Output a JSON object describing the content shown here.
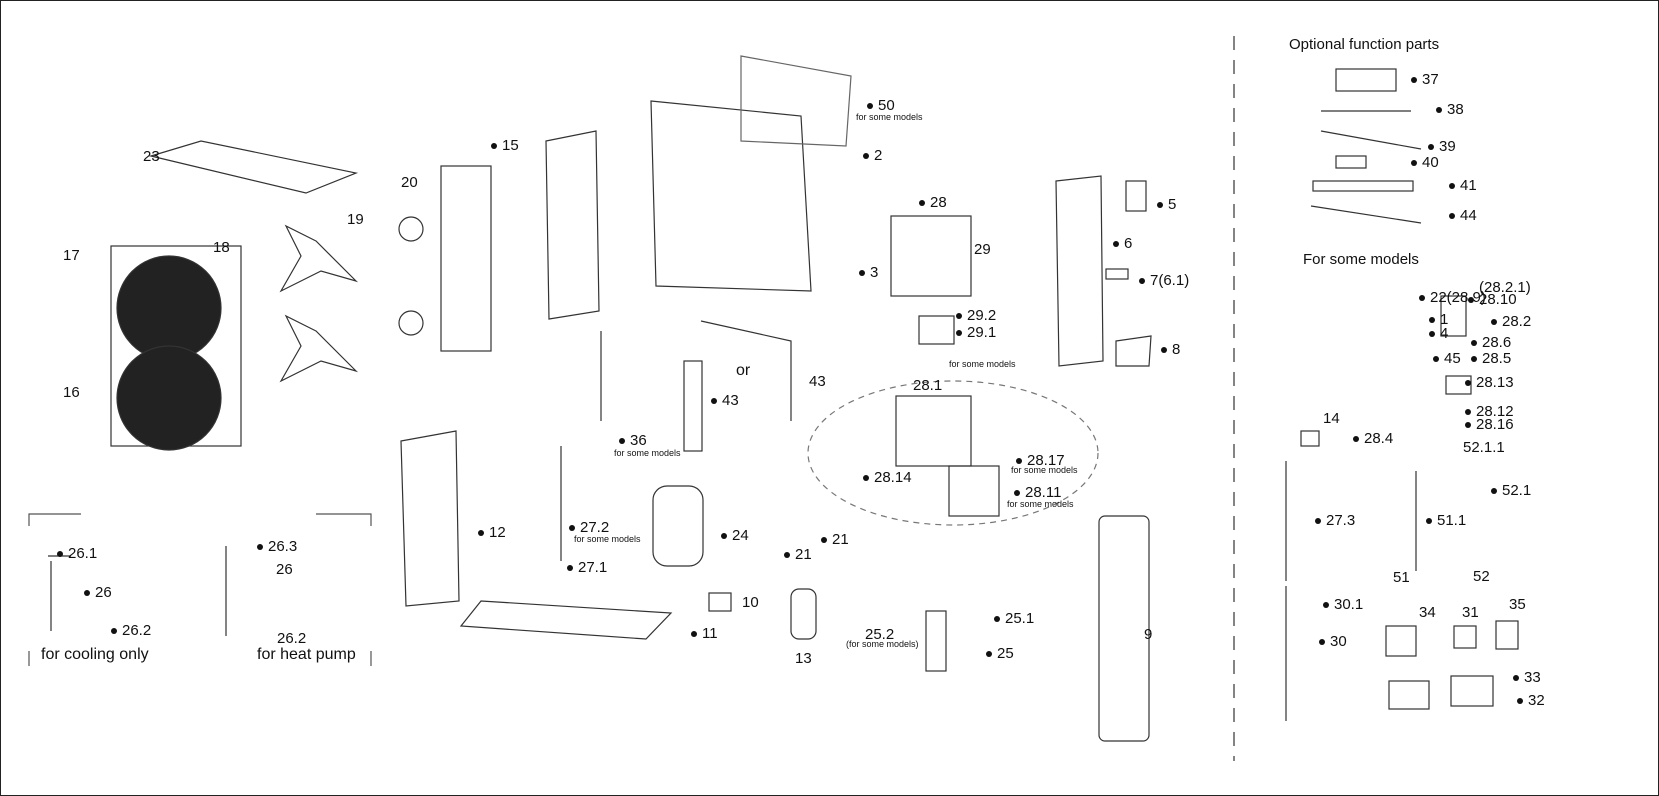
{
  "main_labels": [
    "23",
    "15",
    "50",
    "2",
    "20",
    "19",
    "18",
    "17",
    "16",
    "28",
    "29",
    "3",
    "5",
    "6",
    "7(6.1)",
    "29.2",
    "29.1",
    "8",
    "43",
    "43",
    "28.1",
    "36",
    "28.17",
    "28.14",
    "28.11",
    "27.2",
    "12",
    "24",
    "21",
    "21",
    "27.1",
    "26.1",
    "26.3",
    "26",
    "26",
    "26.2",
    "26.2",
    "10",
    "11",
    "25.1",
    "25.2",
    "25",
    "13",
    "9"
  ],
  "notes": [
    "for some models",
    "for some models",
    "for some models",
    "for some models",
    "for some models",
    "for some models",
    "(for some models)"
  ],
  "or_text": "or",
  "captions": {
    "cooling": "for cooling only",
    "heat_pump": "for heat pump"
  },
  "optional": {
    "heading": "Optional function parts",
    "labels": [
      "37",
      "38",
      "39",
      "40",
      "41",
      "44"
    ]
  },
  "some_models": {
    "heading": "For some models",
    "labels": [
      "22(28.9)",
      "1",
      "4",
      "45",
      "14",
      "28.10",
      "28.2",
      "28.6",
      "28.5",
      "28.13",
      "28.12",
      "28.16",
      "28.4",
      "52.1.1",
      "52.1",
      "27.3",
      "51.1",
      "51",
      "52",
      "30.1",
      "30",
      "34",
      "31",
      "35",
      "33",
      "32"
    ],
    "note_2821": "(28.2.1)"
  }
}
